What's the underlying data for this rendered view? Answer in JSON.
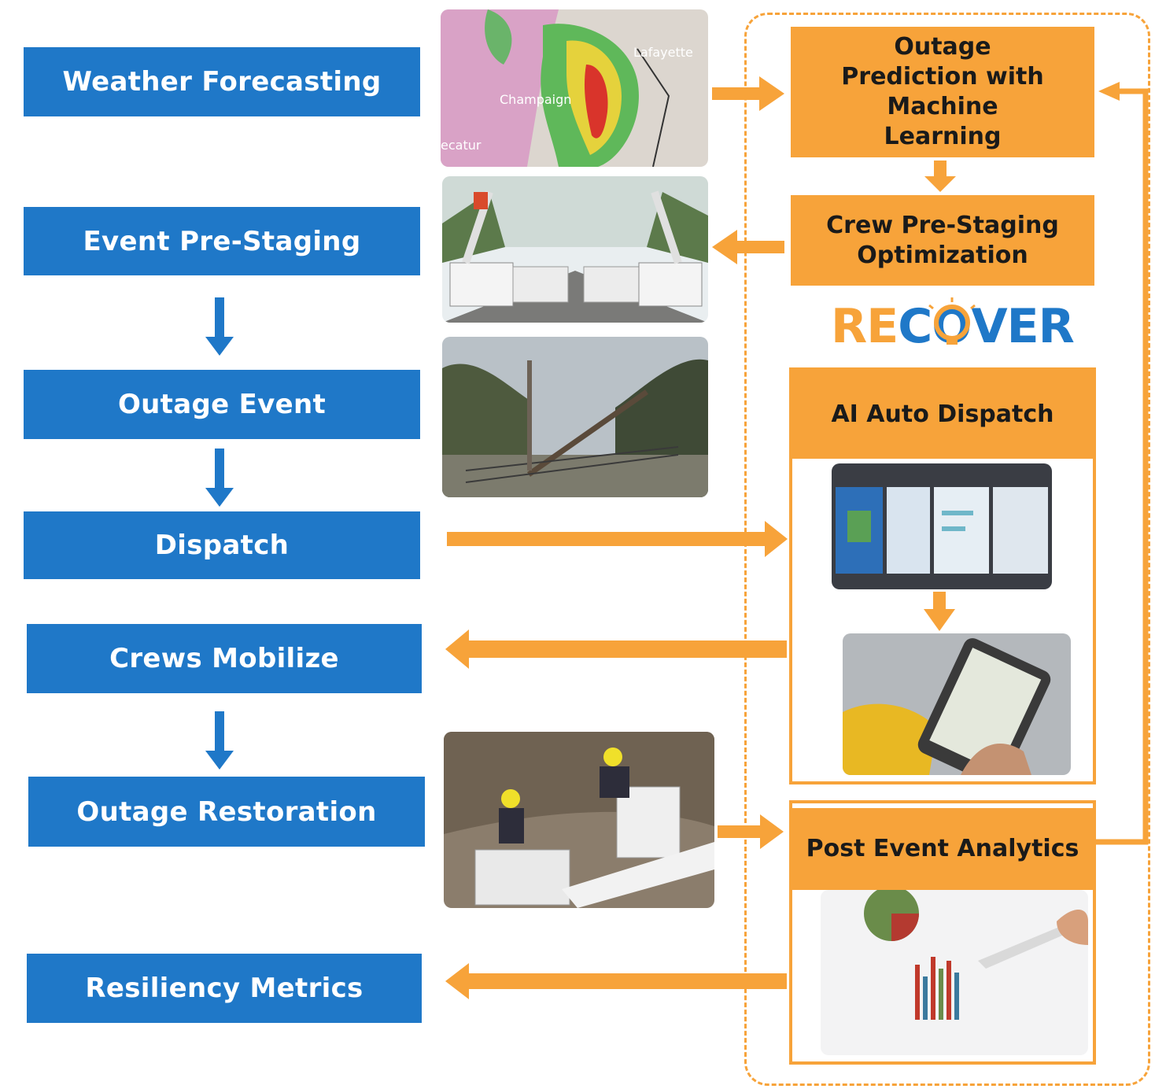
{
  "left_steps": {
    "weather_forecasting": "Weather Forecasting",
    "event_pre_staging": "Event Pre-Staging",
    "outage_event": "Outage Event",
    "dispatch": "Dispatch",
    "crews_mobilize": "Crews Mobilize",
    "outage_restoration": "Outage Restoration",
    "resiliency_metrics": "Resiliency Metrics"
  },
  "recover": {
    "logo_part1": "RE",
    "logo_part2": "C",
    "logo_part3": "O",
    "logo_part4": "VER",
    "outage_prediction": "Outage Prediction with Machine Learning",
    "crew_pre_staging": "Crew Pre-Staging Optimization",
    "ai_auto_dispatch": "AI Auto Dispatch",
    "post_event_analytics": "Post Event Analytics"
  },
  "map_labels": {
    "lafayette": "Lafayette",
    "champaign": "Champaign",
    "decatur": "ecatur"
  },
  "colors": {
    "blue": "#1f78c8",
    "orange": "#f7a33a"
  },
  "icons": [
    "arrow-down-icon",
    "arrow-right-icon",
    "arrow-left-icon",
    "bulb-icon"
  ]
}
